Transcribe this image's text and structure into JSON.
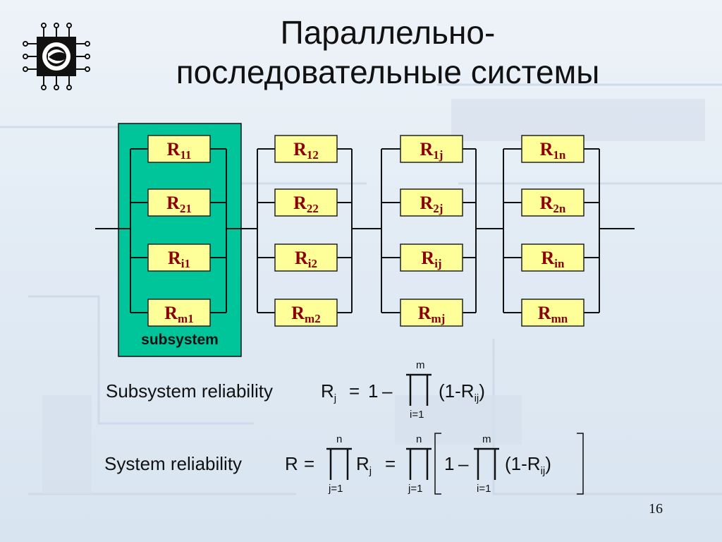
{
  "title": {
    "line1": "Параллельно-",
    "line2": "последовательные системы"
  },
  "diagram": {
    "subsystem_label": "subsystem",
    "columns": [
      {
        "rows": [
          {
            "base": "R",
            "sub": "11"
          },
          {
            "base": "R",
            "sub": "21"
          },
          {
            "base": "R",
            "sub": "i1"
          },
          {
            "base": "R",
            "sub": "m1"
          }
        ]
      },
      {
        "rows": [
          {
            "base": "R",
            "sub": "12"
          },
          {
            "base": "R",
            "sub": "22"
          },
          {
            "base": "R",
            "sub": "i2"
          },
          {
            "base": "R",
            "sub": "m2"
          }
        ]
      },
      {
        "rows": [
          {
            "base": "R",
            "sub": "1j"
          },
          {
            "base": "R",
            "sub": "2j"
          },
          {
            "base": "R",
            "sub": "ij"
          },
          {
            "base": "R",
            "sub": "mj"
          }
        ]
      },
      {
        "rows": [
          {
            "base": "R",
            "sub": "1n"
          },
          {
            "base": "R",
            "sub": "2n"
          },
          {
            "base": "R",
            "sub": "in"
          },
          {
            "base": "R",
            "sub": "mn"
          }
        ]
      }
    ],
    "colors": {
      "box_fill": "#ffff99",
      "box_stroke": "#222222",
      "label": "#8b0000",
      "subsystem_fill": "#00c49a"
    }
  },
  "formulas": {
    "subsystem": {
      "label": "Subsystem reliability",
      "lhs_base": "R",
      "lhs_sub": "j",
      "eq": "=",
      "one": "1",
      "minus": "–",
      "prod_upper": "m",
      "prod_lower": "i=1",
      "term": "(1-R",
      "term_sub": "ij",
      "term_close": ")"
    },
    "system": {
      "label": "System reliability",
      "lhs": "R",
      "eq1": "=",
      "prod1_upper": "n",
      "prod1_lower": "j=1",
      "rj_base": "R",
      "rj_sub": "j",
      "eq2": "=",
      "prod2_upper": "n",
      "prod2_lower": "j=1",
      "one": "1",
      "minus": "–",
      "prod3_upper": "m",
      "prod3_lower": "i=1",
      "term": "(1-R",
      "term_sub": "ij",
      "term_close": ")"
    }
  },
  "page_number": "16"
}
